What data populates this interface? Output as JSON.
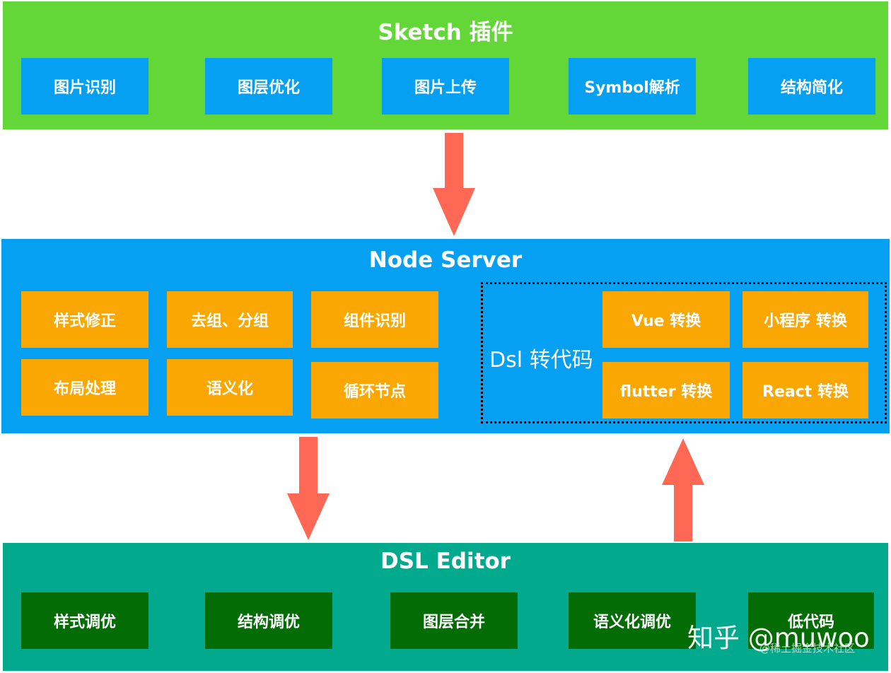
{
  "sketch": {
    "title": "Sketch 插件",
    "items": [
      "图片识别",
      "图层优化",
      "图片上传",
      "Symbol解析",
      "结构简化"
    ]
  },
  "node": {
    "title": "Node Server",
    "items": [
      "样式修正",
      "去组、分组",
      "组件识别",
      "布局处理",
      "语义化",
      "循环节点"
    ],
    "dsl_group": {
      "label": "Dsl 转代码",
      "items": [
        "Vue 转换",
        "小程序 转换",
        "flutter 转换",
        "React 转换"
      ]
    }
  },
  "editor": {
    "title": "DSL Editor",
    "items": [
      "样式调优",
      "结构调优",
      "图层合并",
      "语义化调优",
      "低代码"
    ]
  },
  "watermark": {
    "main": "知乎 @muwoo",
    "sub": "@稀土掘金技术社区"
  },
  "colors": {
    "sketch_panel": "#62d737",
    "node_panel": "#06a0f3",
    "editor_panel": "#03a98c",
    "blue_box": "#06a0f3",
    "orange_box": "#fba703",
    "dark_green_box": "#036c04",
    "arrow": "#fe6854"
  }
}
